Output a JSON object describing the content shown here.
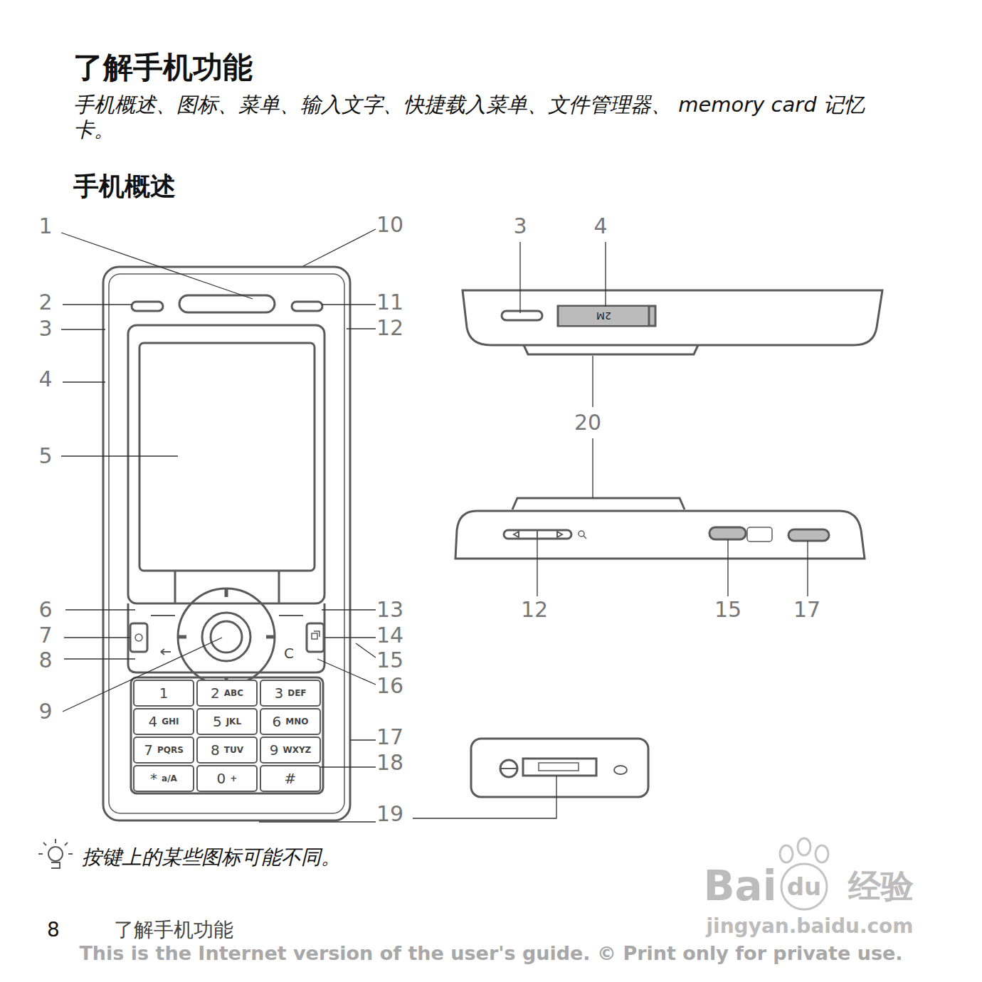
{
  "diagram": {
    "title": "了解手机功能",
    "nodes": [
      {
        "text": [
          "1"
        ]
      },
      {
        "text": [
          "2",
          "ABC"
        ]
      },
      {
        "text": [
          "3",
          "DEF"
        ]
      },
      {
        "text": [
          "4",
          "GHI"
        ]
      },
      {
        "text": [
          "5",
          "JKL"
        ]
      },
      {
        "text": [
          "6",
          "MNO"
        ]
      },
      {
        "text": [
          "7",
          "PQRS"
        ]
      },
      {
        "text": [
          "8",
          "TUV"
        ]
      },
      {
        "text": [
          "9",
          "WXYZ"
        ]
      },
      {
        "text": [
          "*",
          "a/A"
        ]
      },
      {
        "text": [
          "0",
          "+"
        ]
      },
      {
        "text": [
          "#"
        ]
      },
      {
        "text": [
          "2M"
        ]
      }
    ],
    "edges": [],
    "labels": [
      "手机概述、图标、菜单、输入文字、快捷载入菜单、文件管理器、 memory card 记忆卡。",
      "手机概述",
      "1",
      "2",
      "3",
      "4",
      "5",
      "6",
      "7",
      "8",
      "9",
      "10",
      "11",
      "12",
      "13",
      "14",
      "15",
      "16",
      "17",
      "18",
      "19",
      "3",
      "4",
      "20",
      "12",
      "15",
      "17",
      "C",
      "按键上的某些图标可能不同。",
      "8",
      "了解手机功能",
      "This is the Internet version of the user's guide. © Print only for private use.",
      "Bai",
      "du",
      "经验",
      "jingyan.baidu.com"
    ]
  }
}
